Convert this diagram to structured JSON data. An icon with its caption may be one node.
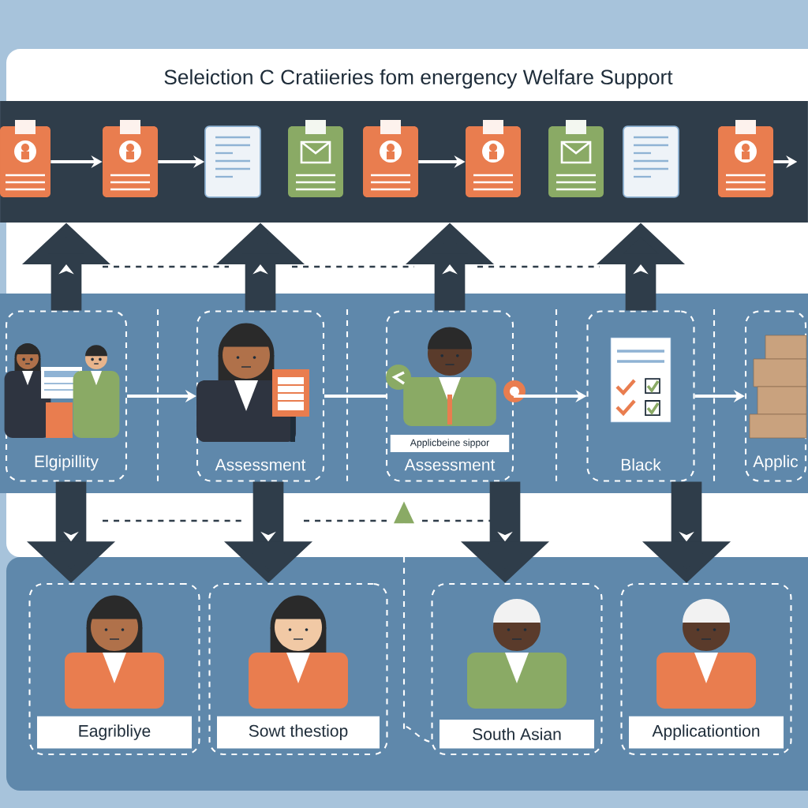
{
  "diagram": {
    "title": "Seleiction C Cratiieries fom energency Welfare Support",
    "nodes": [
      {
        "text": [],
        "shape": "bar"
      },
      {
        "text": [],
        "shape": "box",
        "in": 0
      },
      {
        "text": [],
        "shape": "box",
        "in": 0
      },
      {
        "text": [],
        "shape": "box",
        "in": 0
      },
      {
        "text": [],
        "shape": "box",
        "in": 0
      },
      {
        "text": [],
        "shape": "box",
        "in": 0
      },
      {
        "text": [],
        "shape": "box",
        "in": 0
      },
      {
        "text": [],
        "shape": "box",
        "in": 0
      },
      {
        "text": [],
        "shape": "box",
        "in": 0
      },
      {
        "text": [],
        "shape": "box",
        "in": 0
      },
      {
        "text": [
          "Elgipillity"
        ]
      },
      {
        "text": [
          "Assessment"
        ]
      },
      {
        "text": [
          "Applicbeine sippor",
          "Assessment"
        ]
      },
      {
        "text": [
          "Black"
        ]
      },
      {
        "text": [
          "Applic"
        ]
      },
      {
        "text": [
          "Eagribliye"
        ]
      },
      {
        "text": [
          "Sowt thestiop"
        ]
      },
      {
        "text": [
          "South Asian"
        ]
      },
      {
        "text": [
          "Applicationtion"
        ]
      },
      {
        "text": [],
        "shape": "triangle"
      }
    ],
    "edges": [
      {
        "from": 1,
        "to": 2,
        "arrow": "to"
      },
      {
        "from": 2,
        "to": 3,
        "arrow": "to"
      },
      {
        "from": 5,
        "to": 6,
        "arrow": "to"
      },
      {
        "from": 9,
        "to": null,
        "arrow": "to"
      },
      {
        "from": 10,
        "to": 0,
        "arrow": "to",
        "style": "thick",
        "color": "#2f3d4a"
      },
      {
        "from": 11,
        "to": 0,
        "arrow": "to",
        "style": "thick",
        "color": "#2f3d4a"
      },
      {
        "from": 12,
        "to": 0,
        "arrow": "to",
        "style": "thick",
        "color": "#2f3d4a"
      },
      {
        "from": 13,
        "to": 0,
        "arrow": "to",
        "style": "thick",
        "color": "#2f3d4a"
      },
      {
        "from": 10,
        "to": 11,
        "arrow": "to"
      },
      {
        "from": 11,
        "to": 12,
        "arrow": "none"
      },
      {
        "from": 12,
        "to": 13,
        "arrow": "to"
      },
      {
        "from": 13,
        "to": 14,
        "arrow": "to"
      },
      {
        "from": 10,
        "to": 15,
        "arrow": "to",
        "style": "thick",
        "color": "#2f3d4a"
      },
      {
        "from": 11,
        "to": 16,
        "arrow": "to",
        "style": "thick",
        "color": "#2f3d4a"
      },
      {
        "from": 12,
        "to": 17,
        "arrow": "to",
        "style": "thick",
        "color": "#2f3d4a"
      },
      {
        "from": 13,
        "to": 18,
        "arrow": "to",
        "style": "thick",
        "color": "#2f3d4a"
      },
      {
        "from": 19,
        "to": 17,
        "arrow": "none",
        "style": "dashed"
      }
    ]
  }
}
